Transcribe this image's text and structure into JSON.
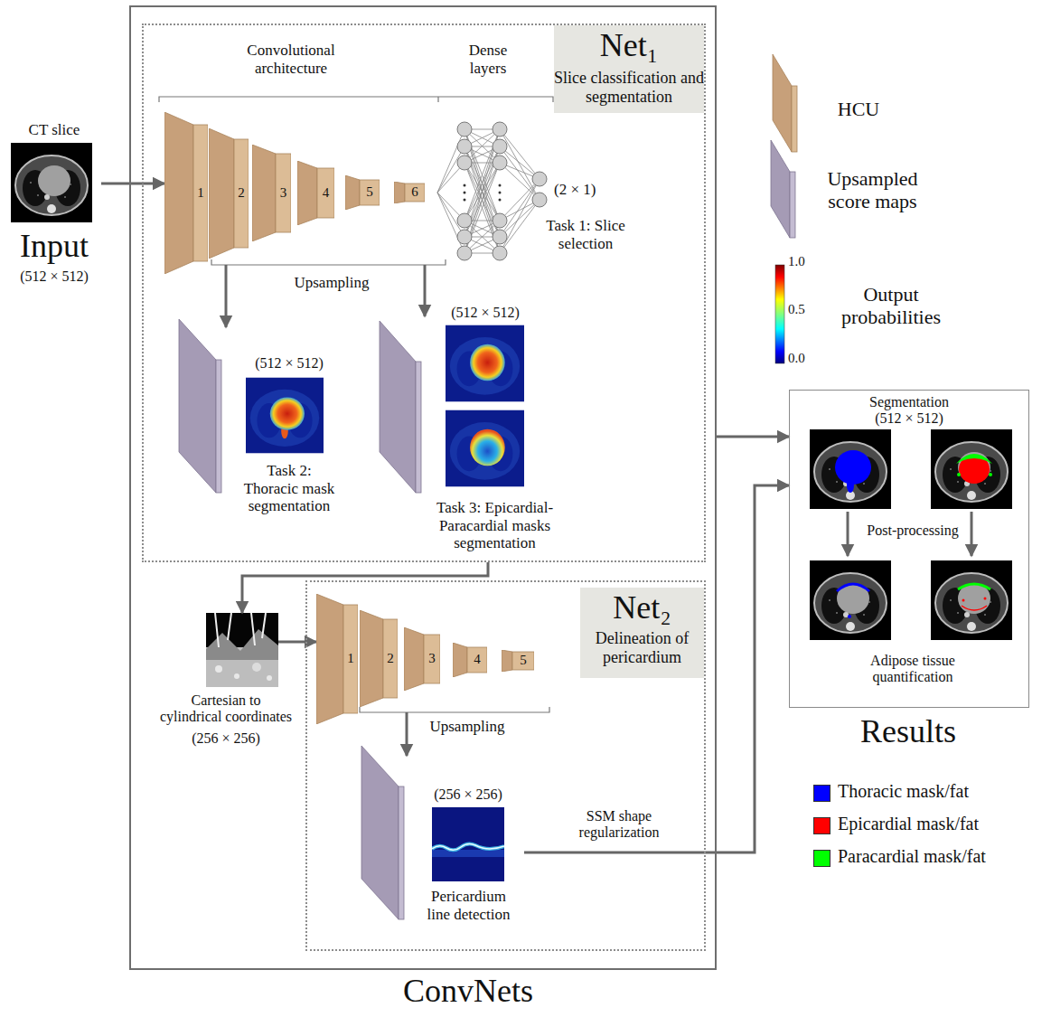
{
  "diagram": {
    "nodes": [
      {
        "text": [
          "CT slice",
          "Input",
          "(512 × 512)"
        ]
      },
      {
        "text": [
          "ConvNets"
        ]
      },
      {
        "text": [
          "Net₁",
          "Slice classification and segmentation"
        ],
        "in": 1
      },
      {
        "text": [
          "1"
        ],
        "in": 2
      },
      {
        "text": [
          "2"
        ],
        "in": 2
      },
      {
        "text": [
          "3"
        ],
        "in": 2
      },
      {
        "text": [
          "4"
        ],
        "in": 2
      },
      {
        "text": [
          "5"
        ],
        "in": 2
      },
      {
        "text": [
          "6"
        ],
        "in": 2
      },
      {
        "text": [
          "(512 × 512)",
          "Task 2: Thoracic mask segmentation"
        ],
        "in": 2
      },
      {
        "text": [
          "(512 × 512)",
          "Task 3: Epicardial-Paracardial masks segmentation"
        ],
        "in": 2
      },
      {
        "text": [
          "Cartesian to cylindrical coordinates",
          "(256 × 256)"
        ],
        "in": 1
      },
      {
        "text": [
          "Net₂",
          "Delineation of pericardium"
        ],
        "in": 1
      },
      {
        "text": [
          "1"
        ],
        "in": 12
      },
      {
        "text": [
          "2"
        ],
        "in": 12
      },
      {
        "text": [
          "3"
        ],
        "in": 12
      },
      {
        "text": [
          "4"
        ],
        "in": 12
      },
      {
        "text": [
          "5"
        ],
        "in": 12
      },
      {
        "text": [
          "(256 × 256)",
          "Pericardium line detection"
        ],
        "in": 12
      },
      {
        "text": [
          "Segmentation (512 × 512)",
          "Adipose tissue quantification",
          "Results"
        ]
      }
    ],
    "edges": [
      {
        "from": 0,
        "to": 3,
        "arrow": "to"
      },
      {
        "from": 1,
        "to": 19,
        "arrow": "to"
      },
      {
        "from": 2,
        "to": 11,
        "arrow": "to"
      },
      {
        "from": 11,
        "to": 13,
        "arrow": "to"
      },
      {
        "from": 18,
        "to": 19,
        "label": "SSM shape regularization",
        "arrow": "to"
      }
    ],
    "labels": [
      "Convolutional architecture",
      "Dense layers",
      "(2 × 1)",
      "Task 1: Slice selection",
      "Upsampling",
      "Upsampling",
      "Post-processing",
      "1.0",
      "0.5",
      "0.0"
    ],
    "legend": [
      {
        "text": "HCU"
      },
      {
        "text": "Upsampled score maps"
      },
      {
        "text": "Output probabilities"
      },
      {
        "text": "Thoracic mask/fat",
        "color": "#0000ff"
      },
      {
        "text": "Epicardial mask/fat",
        "color": "#ff0000"
      },
      {
        "text": "Paracardial mask/fat",
        "color": "#00ff00"
      }
    ]
  }
}
